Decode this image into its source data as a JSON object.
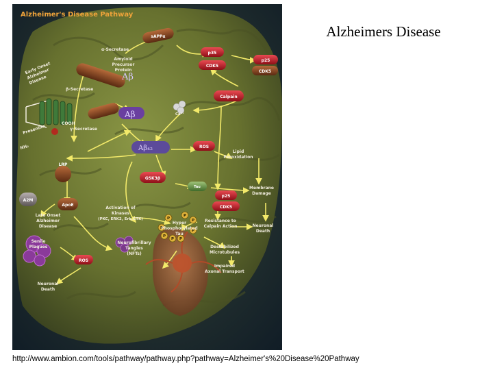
{
  "slide": {
    "title": "Alzheimers Disease",
    "source_url": "http://www.ambion.com/tools/pathway/pathway.php?pathway=Alzheimer's%20Disease%20Pathway"
  },
  "figure": {
    "title": "Alzheimer's Disease Pathway",
    "labels": {
      "sappa": "sAPPα",
      "alpha_secretase": "α-Secretase",
      "p35": "p35",
      "p25": "p25",
      "cdk5_top": "CDK5",
      "cdk5_right": "CDK5",
      "early_onset_1": "Early Onset",
      "early_onset_2": "Alzheimer",
      "early_onset_3": "Disease",
      "app_1": "Amyloid",
      "app_2": "Precursor",
      "app_3": "Protein",
      "ab_app": "Aβ",
      "beta_secretase": "β-Secretase",
      "calpain": "Calpain",
      "ab_fragment": "Aβ",
      "ca": "Ca²⁺",
      "presenilin": "Presenilin",
      "cooh": "COOH",
      "gamma_secretase": "γ-Secretase",
      "nh2": "NH₂",
      "ab42": "Aβ₄₂",
      "ros_top": "ROS",
      "lipid_1": "Lipid",
      "lipid_2": "Peroxidation",
      "lrp": "LRP",
      "gsk3b": "GSK3β",
      "tau": "Tau",
      "membrane_1": "Membrane",
      "membrane_2": "Damage",
      "a2m": "A2M",
      "apoe": "ApoE",
      "p25_mid": "p25",
      "cdk5_mid": "CDK5",
      "activation_1": "Activation of",
      "activation_2": "Kinases",
      "activation_3": "(PKC, ERK2, Erk,GTK)",
      "late_onset_1": "Late Onset",
      "late_onset_2": "Alzheimer",
      "late_onset_3": "Disease",
      "hyper_1": "Hyper",
      "hyper_2": "Phosphorylated",
      "hyper_3": "Tau",
      "resist_1": "Resistance to",
      "resist_2": "Calpain Action",
      "neuronal_death_right_1": "Neuronal",
      "neuronal_death_right_2": "Death",
      "senile_1": "Senile",
      "senile_2": "Plaques",
      "nft_1": "Neurofibrillary",
      "nft_2": "Tangles",
      "nft_3": "(NFTs)",
      "ros_bottom": "ROS",
      "destab_1": "Destabilized",
      "destab_2": "Microtubules",
      "impaired_1": "Impaired",
      "impaired_2": "Axonal Transport",
      "neuronal_death_bottom_1": "Neuronal",
      "neuronal_death_bottom_2": "Death",
      "p": "P"
    }
  },
  "colors": {
    "background_dark": "#1b2a33",
    "brain_green": "#6f7a34",
    "pill_red": "#c21d28",
    "pill_brown": "#7a3a1c",
    "arrow": "#f3ea6a",
    "label": "#f2ede0",
    "title_orange": "#f0a43a"
  }
}
